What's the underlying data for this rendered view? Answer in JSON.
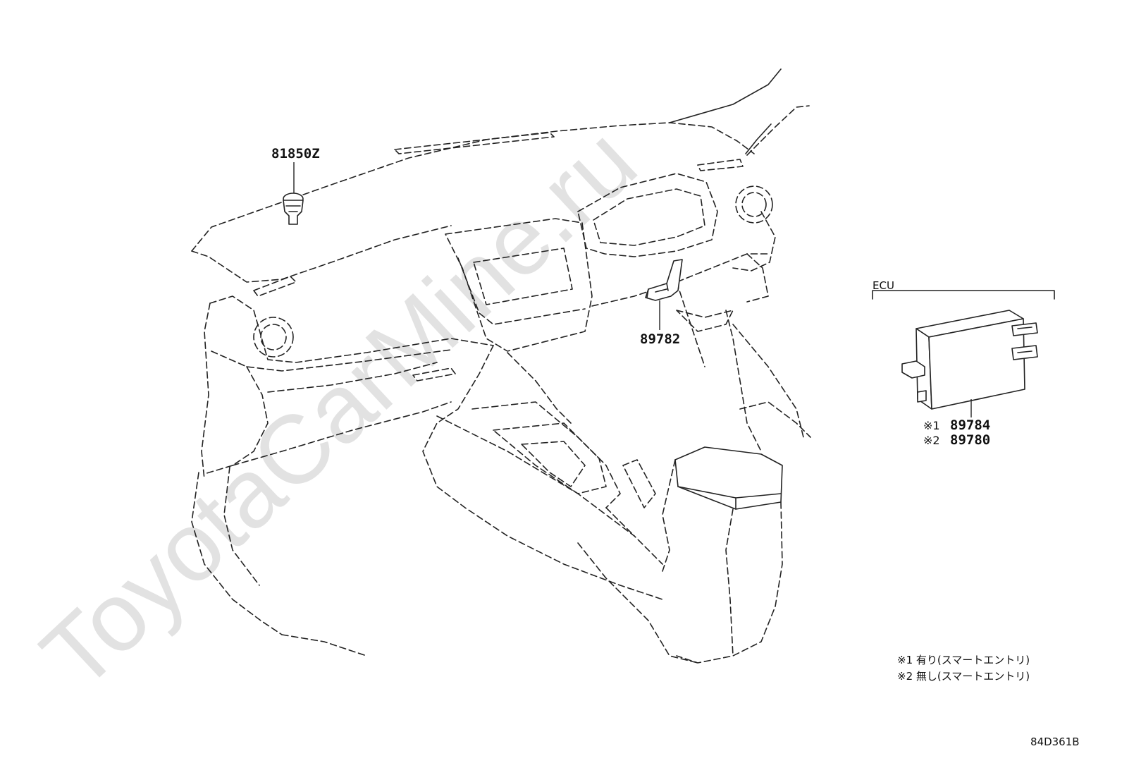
{
  "watermark": "ToyotaCarMine.ru",
  "diagram_code": "84D361B",
  "group_label": "ECU",
  "parts": {
    "clip": "81850Z",
    "bracket": "89782",
    "ecu_1_mark": "※1",
    "ecu_1": "89784",
    "ecu_2_mark": "※2",
    "ecu_2": "89780"
  },
  "notes": [
    "※1 有り(スマートエントリ)",
    "※2 無し(スマートエントリ)"
  ]
}
